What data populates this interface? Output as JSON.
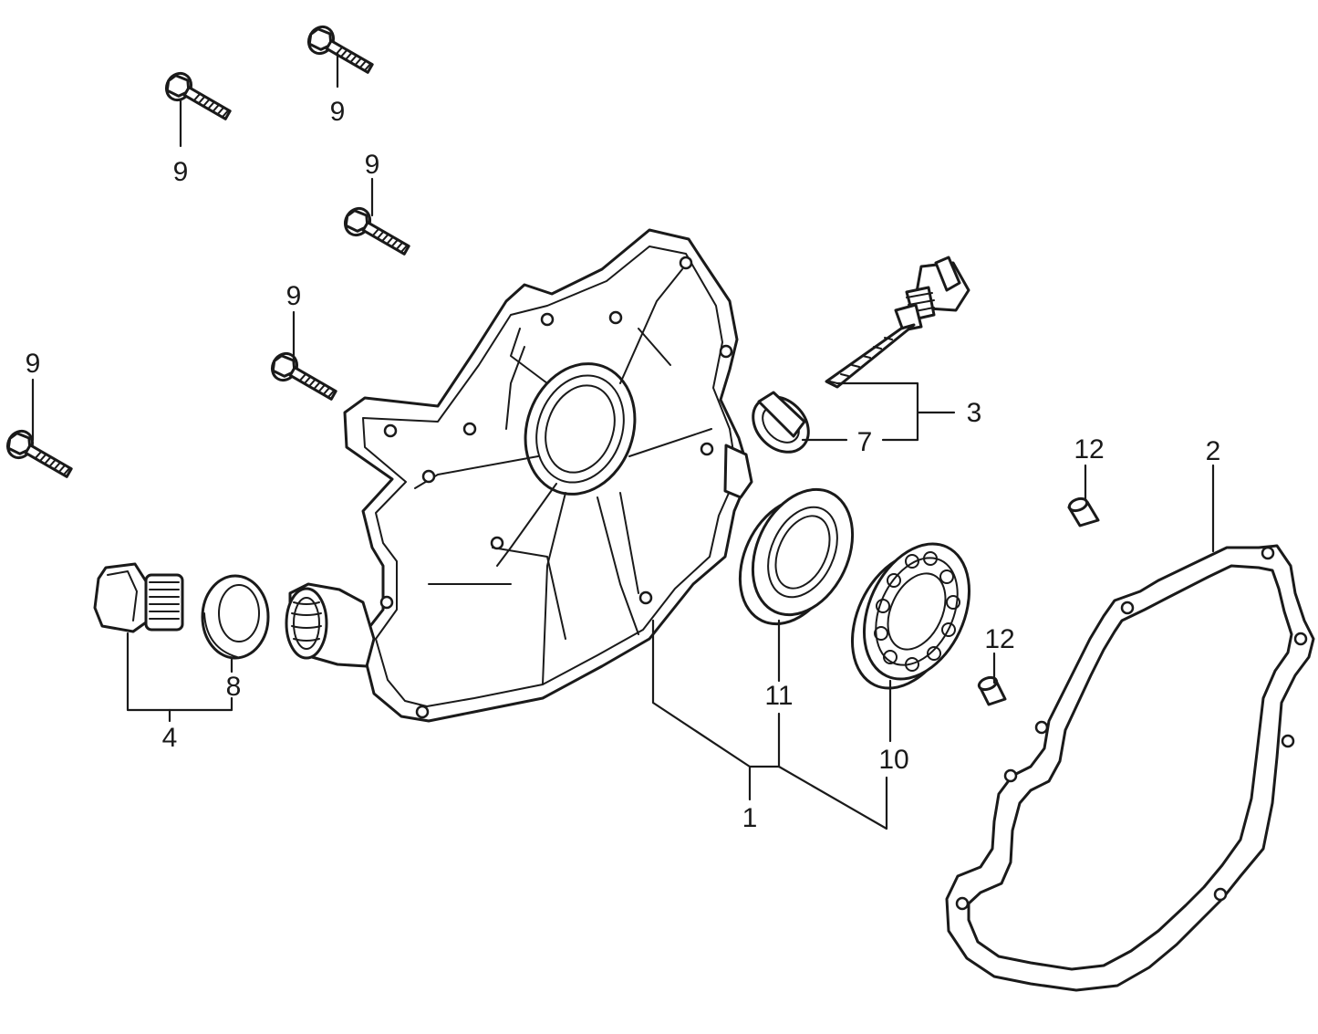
{
  "diagram": {
    "callouts": {
      "crankcase_cover": "1",
      "gasket": "2",
      "dipstick": "3",
      "drain_plug": "4",
      "oil_seal_small": "7",
      "drain_washer": "8",
      "bolt": "9",
      "bearing": "10",
      "oil_seal_large": "11",
      "dowel_pin": "12"
    }
  }
}
